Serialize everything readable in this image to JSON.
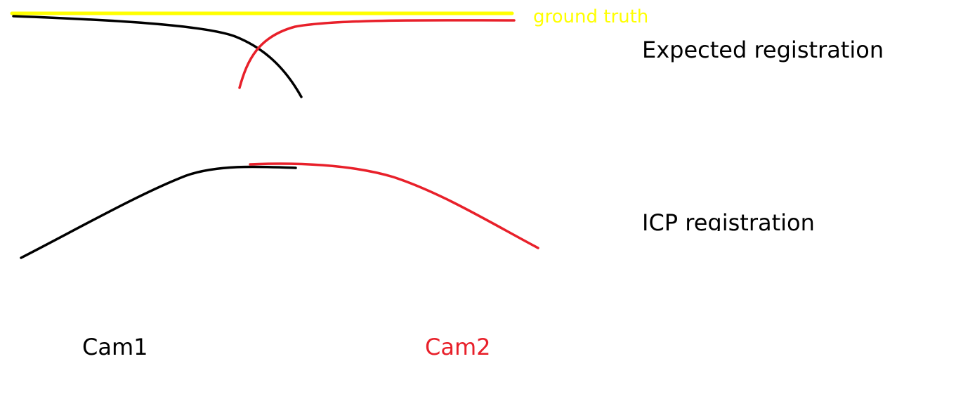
{
  "labels": {
    "ground_truth": "ground truth",
    "expected_registration": "Expected registration",
    "icp_registration": "ICP registration",
    "cam1": "Cam1",
    "cam2": "Cam2"
  },
  "colors": {
    "ground_truth": "#ffff00",
    "cam1": "#000000",
    "cam2": "#e8202a",
    "text": "#000000"
  }
}
